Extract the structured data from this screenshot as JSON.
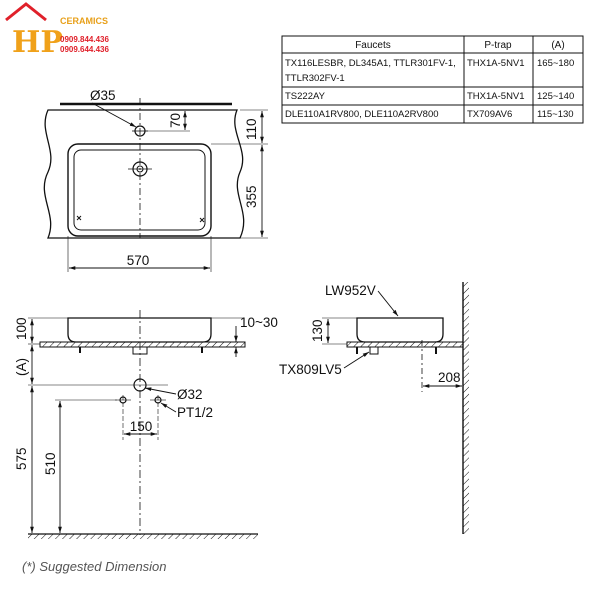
{
  "logo": {
    "letters": "HP",
    "brand": "CERAMICS",
    "phone1": "0909.844.436",
    "phone2": "0909.644.436",
    "color_gold": "#f0a11a",
    "color_red": "#e0202a"
  },
  "spec_table": {
    "headers": [
      "Faucets",
      "P-trap",
      "(A)"
    ],
    "rows": [
      {
        "faucets": [
          "TX116LESBR, DL345A1, TTLR301FV-1,",
          "TTLR302FV-1"
        ],
        "ptrap": "THX1A-5NV1",
        "a": "165~180"
      },
      {
        "faucets": [
          "TS222AY"
        ],
        "ptrap": "THX1A-5NV1",
        "a": "125~140"
      },
      {
        "faucets": [
          "DLE110A1RV800, DLE110A2RV800"
        ],
        "ptrap": "TX709AV6",
        "a": "115~130"
      }
    ]
  },
  "top_view": {
    "hole_dia": "Ø35",
    "dim_70": "70",
    "dim_110": "110",
    "dim_355": "355",
    "dim_570": "570"
  },
  "front_view": {
    "dim_100": "100",
    "dim_10_30": "10~30",
    "dim_A": "(A)",
    "dim_575": "575",
    "dim_510": "510",
    "drain_dia": "Ø32",
    "supply": "PT1/2",
    "dim_150": "150"
  },
  "side_view": {
    "model": "LW952V",
    "waste": "TX809LV5",
    "dim_130": "130",
    "dim_208": "208"
  },
  "footnote": "(*) Suggested Dimension"
}
